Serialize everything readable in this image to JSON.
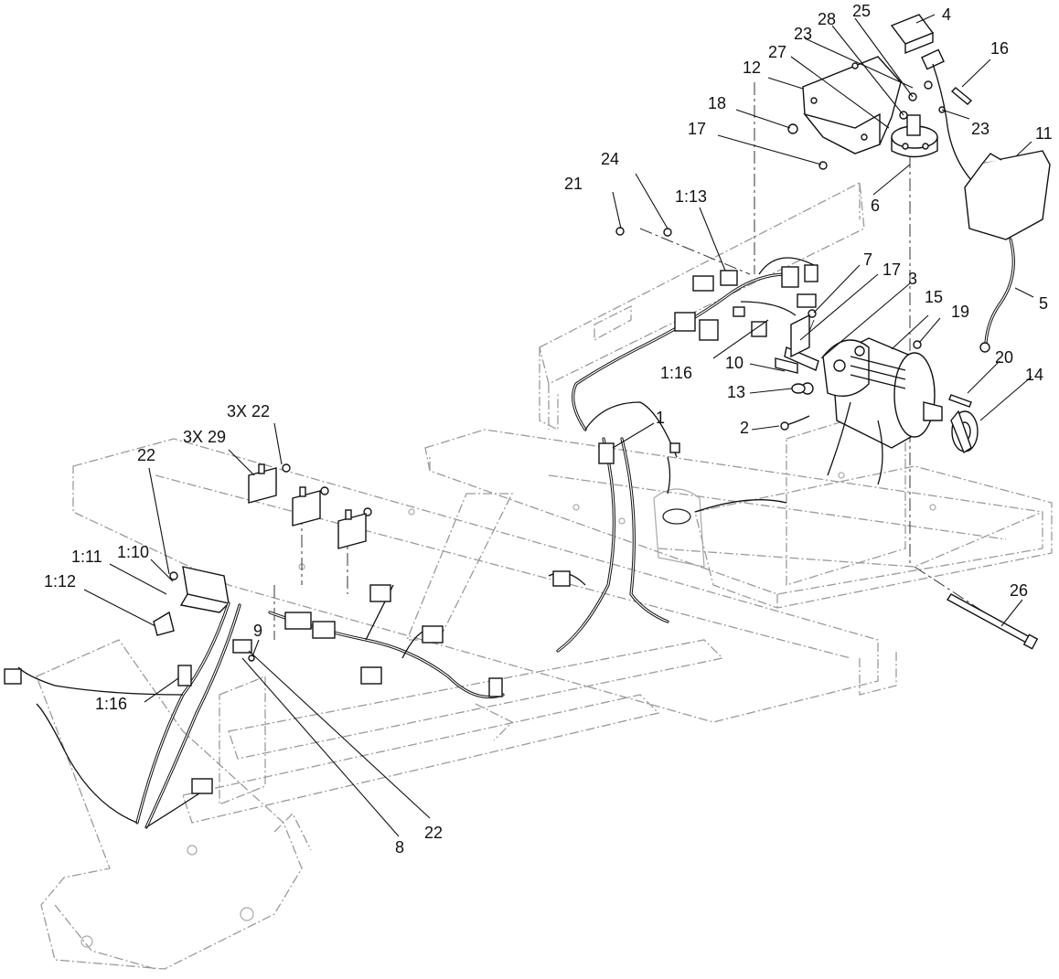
{
  "callouts": {
    "c1": "1",
    "c2": "2",
    "c3": "3",
    "c4": "4",
    "c5": "5",
    "c6": "6",
    "c7": "7",
    "c8": "8",
    "c9": "9",
    "c10": "10",
    "c11": "11",
    "c12": "12",
    "c13": "13",
    "c14": "14",
    "c15": "15",
    "c16": "16",
    "c17a": "17",
    "c17b": "17",
    "c18": "18",
    "c19": "19",
    "c20": "20",
    "c21": "21",
    "c22a": "22",
    "c22b": "22",
    "c23a": "23",
    "c23b": "23",
    "c24": "24",
    "c25": "25",
    "c26": "26",
    "c27": "27",
    "c28": "28",
    "c3x22": "3X 22",
    "c3x29": "3X 29",
    "c1_10": "1:10",
    "c1_11": "1:11",
    "c1_12": "1:12",
    "c1_13": "1:13",
    "c1_16a": "1:16",
    "c1_16b": "1:16"
  }
}
